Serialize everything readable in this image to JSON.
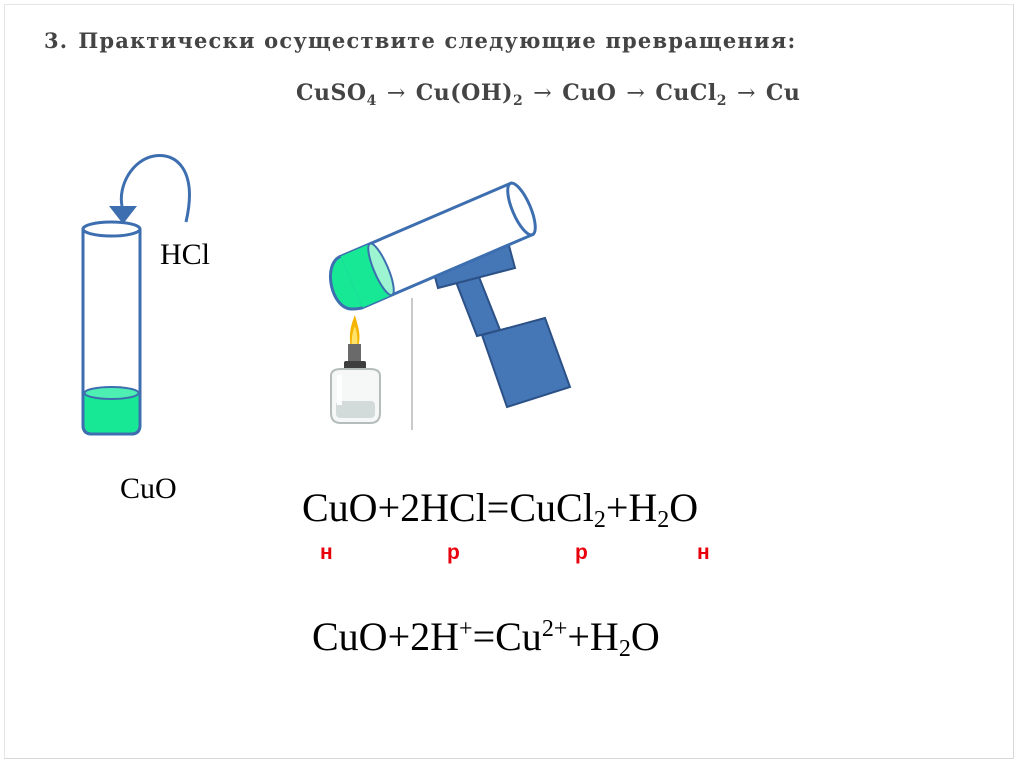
{
  "task": {
    "number": "3.",
    "text": "Практически осуществите следующие превращения:"
  },
  "scheme": {
    "arrow": "→",
    "steps": [
      {
        "base": "CuSO",
        "sub": "4"
      },
      {
        "base": "Cu(OH)",
        "sub": "2"
      },
      {
        "base": "CuO",
        "sub": ""
      },
      {
        "base": "CuCl",
        "sub": "2"
      },
      {
        "base": "Cu",
        "sub": ""
      }
    ]
  },
  "labels": {
    "reagent": "HCl",
    "substance": "CuO"
  },
  "molecular_equation": {
    "p1": "CuO+2HCl=CuCl",
    "s1": "2",
    "p2": "+H",
    "s2": "2",
    "p3": "O"
  },
  "solubility_marks": [
    "н",
    "р",
    "р",
    "н"
  ],
  "ionic_equation": {
    "p1": "CuO+2H",
    "sup1": "+",
    "p2": "=Cu",
    "sup2": "2+",
    "p3": "+H",
    "s1": "2",
    "p4": "O"
  },
  "colors": {
    "solution": "#16e896",
    "tube_outline": "#3d6fb0",
    "stand": "#4576b5",
    "stand_dark": "#2c5187",
    "flame": "#f5b400",
    "marks": "#e8000b"
  }
}
